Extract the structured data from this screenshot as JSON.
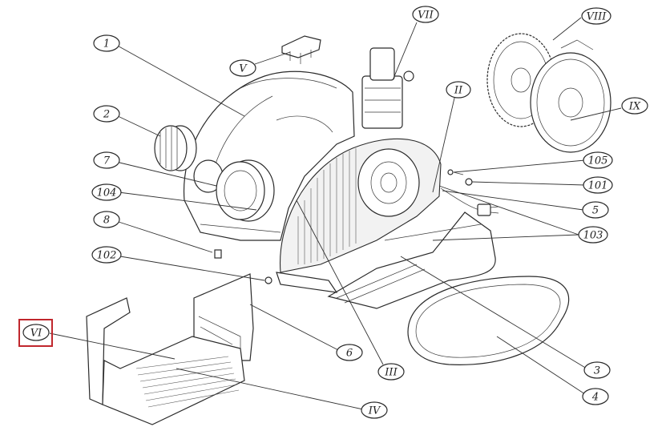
{
  "diagram": {
    "callouts": [
      {
        "id": "c1",
        "label": "1"
      },
      {
        "id": "c2",
        "label": "2"
      },
      {
        "id": "c7",
        "label": "7"
      },
      {
        "id": "c104",
        "label": "104"
      },
      {
        "id": "c8",
        "label": "8"
      },
      {
        "id": "c102",
        "label": "102"
      },
      {
        "id": "cVI",
        "label": "VI"
      },
      {
        "id": "cV",
        "label": "V"
      },
      {
        "id": "cVII",
        "label": "VII"
      },
      {
        "id": "cII",
        "label": "II"
      },
      {
        "id": "cVIII",
        "label": "VIII"
      },
      {
        "id": "cIX",
        "label": "IX"
      },
      {
        "id": "c105",
        "label": "105"
      },
      {
        "id": "c101",
        "label": "101"
      },
      {
        "id": "c5",
        "label": "5"
      },
      {
        "id": "c103",
        "label": "103"
      },
      {
        "id": "c6",
        "label": "6"
      },
      {
        "id": "cIII",
        "label": "III"
      },
      {
        "id": "c3",
        "label": "3"
      },
      {
        "id": "c4",
        "label": "4"
      },
      {
        "id": "cIV",
        "label": "IV"
      }
    ],
    "highlight_color": "#c0272d"
  }
}
